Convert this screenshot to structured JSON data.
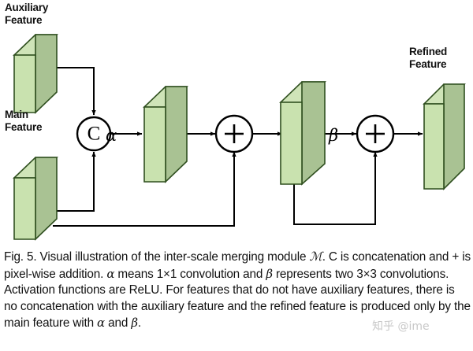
{
  "figure": {
    "labels": {
      "auxiliary_feature": "Auxiliary\nFeature",
      "main_feature": "Main\nFeature",
      "refined_feature": "Refined\nFeature",
      "alpha": "α",
      "beta": "β",
      "concat_op": "C",
      "add_op": "+"
    },
    "nodes": [
      {
        "id": "auxiliary-feature-box",
        "label": "Auxiliary Feature",
        "kind": "feature-cube"
      },
      {
        "id": "main-feature-box",
        "label": "Main Feature",
        "kind": "feature-cube"
      },
      {
        "id": "concat-node",
        "label": "C",
        "kind": "operator-circle"
      },
      {
        "id": "alpha-feature-box",
        "label": "",
        "kind": "feature-cube"
      },
      {
        "id": "add-node-1",
        "label": "+",
        "kind": "operator-circle"
      },
      {
        "id": "beta-feature-box",
        "label": "",
        "kind": "feature-cube"
      },
      {
        "id": "add-node-2",
        "label": "+",
        "kind": "operator-circle"
      },
      {
        "id": "refined-feature-box",
        "label": "Refined Feature",
        "kind": "feature-cube"
      }
    ],
    "edges": [
      {
        "id": "edge-aux-to-concat",
        "from": "auxiliary-feature-box",
        "to": "concat-node"
      },
      {
        "id": "edge-main-to-concat",
        "from": "main-feature-box",
        "to": "concat-node"
      },
      {
        "id": "edge-concat-to-alpha",
        "from": "concat-node",
        "to": "alpha-feature-box",
        "label": "α"
      },
      {
        "id": "edge-alpha-to-add1",
        "from": "alpha-feature-box",
        "to": "add-node-1"
      },
      {
        "id": "edge-main-skip-to-add1",
        "from": "main-feature-box",
        "to": "add-node-1"
      },
      {
        "id": "edge-add1-to-beta",
        "from": "add-node-1",
        "to": "beta-feature-box"
      },
      {
        "id": "edge-beta-to-add2",
        "from": "beta-feature-box",
        "to": "add-node-2",
        "label": "β"
      },
      {
        "id": "edge-beta-skip-to-add2",
        "from": "beta-feature-box",
        "to": "add-node-2"
      },
      {
        "id": "edge-add2-to-refined",
        "from": "add-node-2",
        "to": "refined-feature-box"
      }
    ],
    "colors": {
      "cube_front": "#c9e2af",
      "cube_side": "#a9c293",
      "cube_top": "#cfe4b8",
      "cube_stroke": "#2f4f1f",
      "line": "#000000",
      "background": "#ffffff"
    }
  },
  "caption": {
    "figure_number": "Fig. 5.",
    "segments": [
      {
        "type": "text",
        "value": "Fig. 5. Visual illustration of the inter-scale merging module "
      },
      {
        "type": "math",
        "value": "ℳ"
      },
      {
        "type": "text",
        "value": ". C is concatenation and + is pixel-wise addition. "
      },
      {
        "type": "greek",
        "value": "α"
      },
      {
        "type": "text",
        "value": " means 1×1 convolution and "
      },
      {
        "type": "greek",
        "value": "β"
      },
      {
        "type": "text",
        "value": " represents two 3×3 convolutions. Activation functions are ReLU. For features that do not have auxiliary features, there is no concatenation with the auxiliary feature and the refined feature is produced only by the main feature with "
      },
      {
        "type": "greek",
        "value": "α"
      },
      {
        "type": "text",
        "value": " and "
      },
      {
        "type": "greek",
        "value": "β"
      },
      {
        "type": "text",
        "value": "."
      }
    ],
    "full_text": "Fig. 5. Visual illustration of the inter-scale merging module M. C is concatenation and + is pixel-wise addition. α means 1×1 convolution and β represents two 3×3 convolutions. Activation functions are ReLU. For features that do not have auxiliary features, there is no concatenation with the auxiliary feature and the refined feature is produced only by the main feature with α and β."
  },
  "watermark": {
    "text": "知乎 @ime"
  }
}
